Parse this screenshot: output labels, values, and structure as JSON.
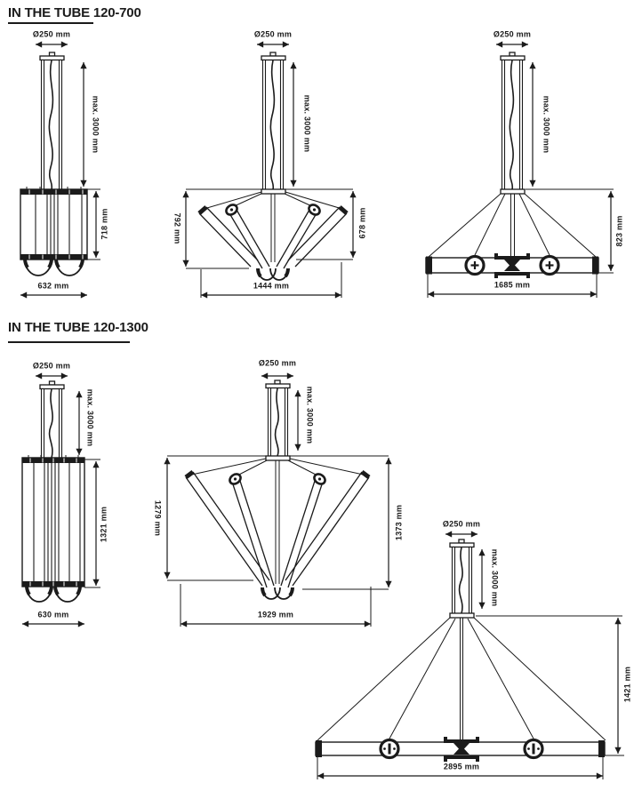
{
  "page": {
    "background": "#ffffff",
    "ink": "#1b1b1b"
  },
  "sections": [
    {
      "title": "IN THE TUBE 120-700"
    },
    {
      "title": "IN THE TUBE 120-1300"
    }
  ],
  "common": {
    "canopy_diameter": "Ø250 mm",
    "suspension_max": "max. 3000 mm"
  },
  "figures": {
    "tube700_front": {
      "height_label": "718 mm",
      "width_label": "632 mm"
    },
    "tube700_open": {
      "height_left_label": "792 mm",
      "height_right_label": "678 mm",
      "width_label": "1444 mm"
    },
    "tube700_flat": {
      "height_label": "823 mm",
      "width_label": "1685 mm"
    },
    "tube1300_front": {
      "height_label": "1321 mm",
      "width_label": "630 mm"
    },
    "tube1300_open": {
      "height_left_label": "1279 mm",
      "height_right_label": "1373 mm",
      "width_label": "1929 mm"
    },
    "tube1300_flat": {
      "height_label": "1421 mm",
      "width_label": "2895 mm"
    }
  }
}
